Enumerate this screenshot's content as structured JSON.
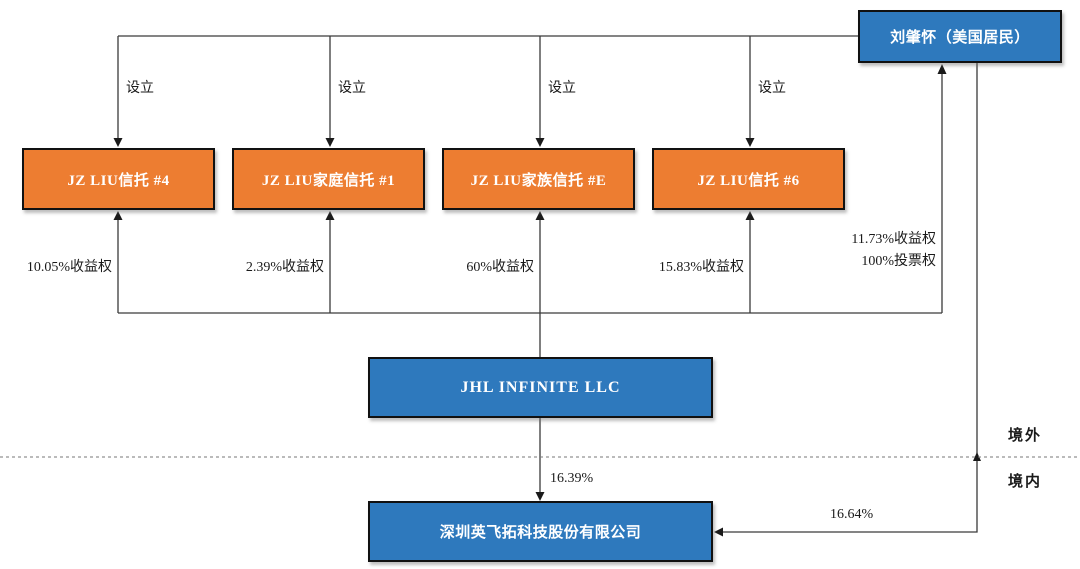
{
  "diagram": {
    "owner": {
      "name": "刘肇怀（美国居民）",
      "rights_line1": "11.73%收益权",
      "rights_line2": "100%投票权",
      "direct_holding": "16.64%"
    },
    "trusts": [
      {
        "name": "JZ LIU信托 #4",
        "establish": "设立",
        "benefit": "10.05%收益权"
      },
      {
        "name": "JZ LIU家庭信托 #1",
        "establish": "设立",
        "benefit": "2.39%收益权"
      },
      {
        "name": "JZ LIU家族信托 #E",
        "establish": "设立",
        "benefit": "60%收益权"
      },
      {
        "name": "JZ LIU信托 #6",
        "establish": "设立",
        "benefit": "15.83%收益权"
      }
    ],
    "llc": {
      "name": "JHL INFINITE LLC",
      "holding": "16.39%"
    },
    "company": {
      "name": "深圳英飞拓科技股份有限公司"
    },
    "regions": {
      "offshore": "境外",
      "onshore": "境内"
    },
    "colors": {
      "trust_fill": "#ED7D31",
      "entity_fill": "#2E79BD",
      "box_border": "#111111",
      "line": "#3a3a3a",
      "text_on_fill": "#FFFFFF"
    }
  }
}
